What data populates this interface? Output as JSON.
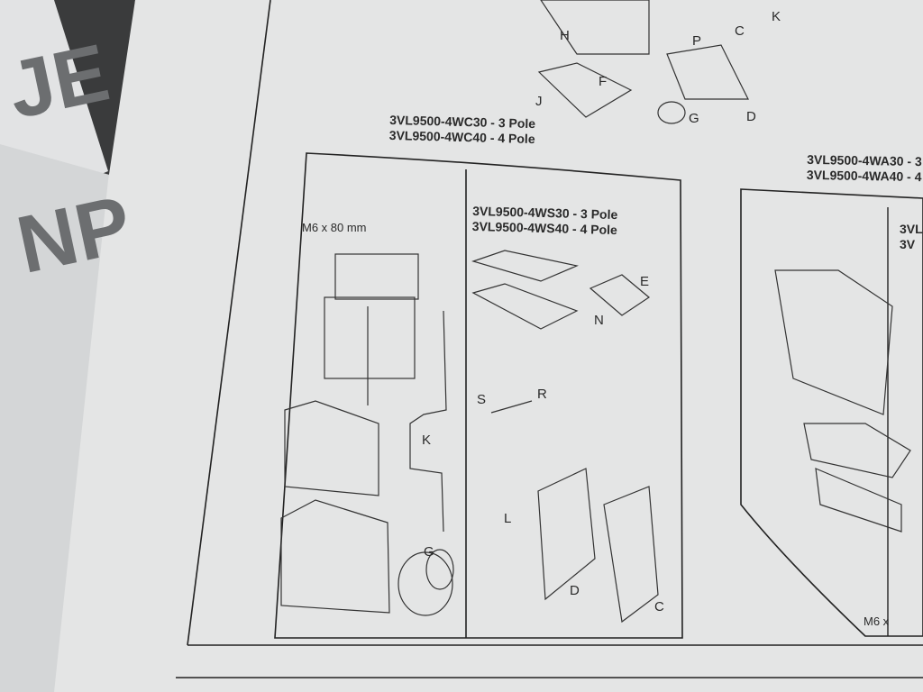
{
  "background_sheet": {
    "letters": [
      "JE",
      "NP"
    ]
  },
  "top_diagram": {
    "labels": [
      "H",
      "P",
      "C",
      "K",
      "F",
      "J",
      "G",
      "D"
    ]
  },
  "left_kit": {
    "title_lines": [
      "3VL9500-4WC30 - 3 Pole",
      "3VL9500-4WC40 - 4 Pole"
    ],
    "screw_note": "M6 x 80 mm",
    "labels": [
      "K",
      "G"
    ]
  },
  "middle_kit": {
    "title_lines": [
      "3VL9500-4WS30 - 3 Pole",
      "3VL9500-4WS40 - 4 Pole"
    ],
    "labels": [
      "E",
      "N",
      "S",
      "R",
      "L",
      "D",
      "C"
    ]
  },
  "right_kit": {
    "title_lines": [
      "3VL9500-4WA30 - 3",
      "3VL9500-4WA40 - 4"
    ],
    "sub_title_lines": [
      "3VL",
      "3V"
    ],
    "screw_note": "M6 x"
  }
}
